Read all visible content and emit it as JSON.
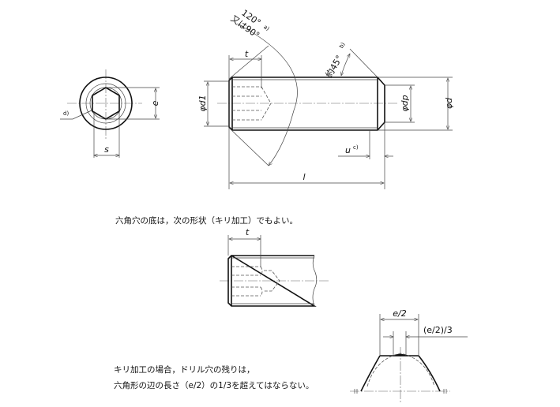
{
  "labels": {
    "angle_120": "120°",
    "note_a": "a)",
    "angle_or_90": "又は90°",
    "t": "t",
    "approx_45": "約45°",
    "note_b": "b)",
    "phi_d1": "φd1",
    "phi_dp": "φdp",
    "phi_d": "φd",
    "u": "u",
    "note_c": "c)",
    "l": "l",
    "e": "e",
    "s": "s",
    "note_d": "d)",
    "t2": "t",
    "e_half": "e/2",
    "e_half_third": "(e/2)/3"
  },
  "notes": {
    "hex_bottom": "六角穴の底は，次の形状（キリ加工）でもよい。",
    "drill_line1": "キリ加工の場合，ドリル穴の残りは，",
    "drill_line2": "六角形の辺の長さ（e/2）の1/3を超えてはならない。"
  }
}
